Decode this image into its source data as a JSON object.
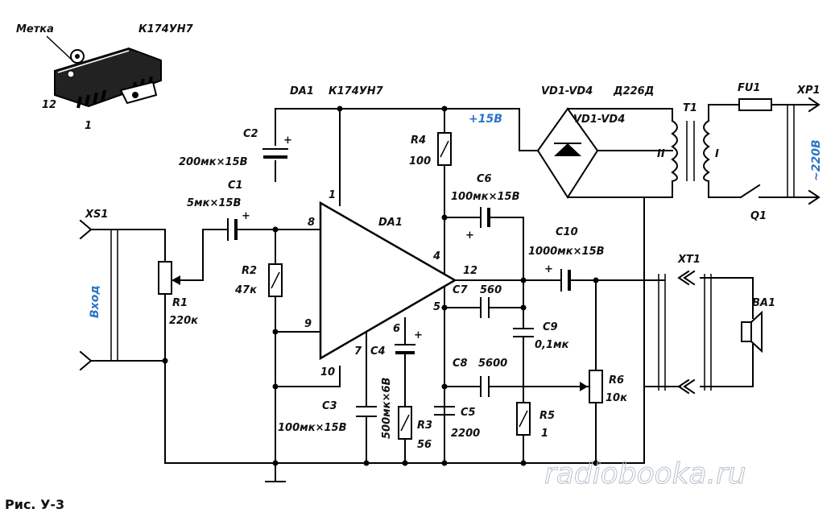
{
  "inset": {
    "mark_label": "Метка",
    "chip_label": "К174УН7",
    "pin_12": "12",
    "pin_1": "1"
  },
  "chip": {
    "ref": "DA1",
    "type": "К174УН7",
    "body_label": "DA1"
  },
  "pins": {
    "p1": "1",
    "p4": "4",
    "p5": "5",
    "p6": "6",
    "p7": "7",
    "p8": "8",
    "p9": "9",
    "p10": "10",
    "p12": "12"
  },
  "supply": {
    "label": "+15В"
  },
  "bridge": {
    "ref": "VD1-VD4",
    "type": "Д226Д",
    "inner_label": "VD1-VD4"
  },
  "transformer": {
    "ref": "T1",
    "winding_secondary": "II",
    "winding_primary": "I"
  },
  "fuse": {
    "ref": "FU1"
  },
  "mains_plug": {
    "ref": "XP1",
    "voltage": "~220В"
  },
  "switch": {
    "ref": "Q1"
  },
  "input": {
    "ref": "XS1",
    "label": "Вход"
  },
  "output": {
    "ref": "XT1"
  },
  "speaker": {
    "ref": "BA1"
  },
  "components": {
    "c1_ref": "C1",
    "c1_val": "5мк×15В",
    "c2_ref": "C2",
    "c2_val": "200мк×15В",
    "c3_ref": "C3",
    "c3_val": "100мк×15В",
    "c4_ref": "C4",
    "c4_val": "500мк×6В",
    "c5_ref": "C5",
    "c5_val": "2200",
    "c6_ref": "C6",
    "c6_val": "100мк×15В",
    "c7_ref": "C7",
    "c7_val": "560",
    "c8_ref": "C8",
    "c8_val": "5600",
    "c9_ref": "C9",
    "c9_val": "0,1мк",
    "c10_ref": "C10",
    "c10_val": "1000мк×15В",
    "r1_ref": "R1",
    "r1_val": "220к",
    "r2_ref": "R2",
    "r2_val": "47к",
    "r3_ref": "R3",
    "r3_val": "56",
    "r4_ref": "R4",
    "r4_val": "100",
    "r5_ref": "R5",
    "r5_val": "1",
    "r6_ref": "R6",
    "r6_val": "10к"
  },
  "watermark": "radiobooka.ru",
  "figure_caption": "Рис. У-3"
}
